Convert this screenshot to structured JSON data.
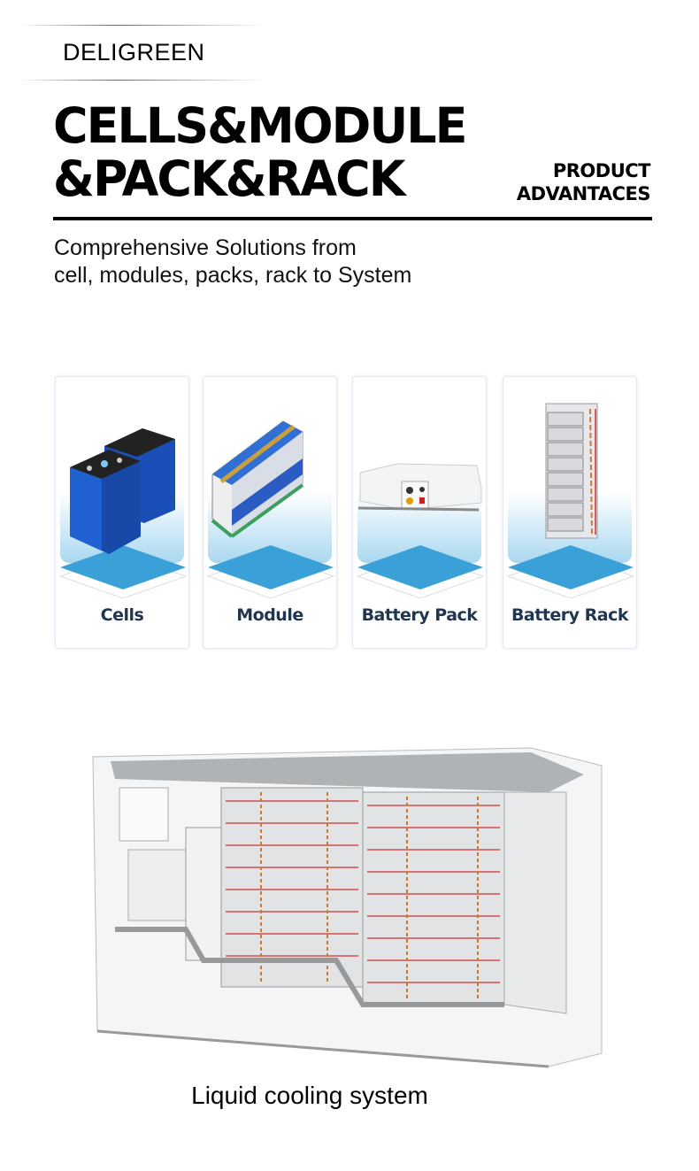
{
  "brand": "DELIGREEN",
  "title": {
    "line1": "CELLS&MODULE",
    "line2": "&PACK&RACK"
  },
  "tagline": {
    "line1": "PRODUCT",
    "line2": "ADVANTACES"
  },
  "subtitle": {
    "line1": "Comprehensive Solutions from",
    "line2": "cell, modules, packs, rack to System"
  },
  "products": [
    {
      "label": "Cells",
      "icon": "battery-cells-icon"
    },
    {
      "label": "Module",
      "icon": "battery-module-icon"
    },
    {
      "label": "Battery Pack",
      "icon": "battery-pack-icon"
    },
    {
      "label": "Battery Rack",
      "icon": "battery-rack-icon"
    }
  ],
  "system": {
    "caption": "Liquid cooling system"
  },
  "colors": {
    "accent": "#3aa0d8",
    "label": "#1f3550",
    "cell": "#1f5fc9"
  }
}
